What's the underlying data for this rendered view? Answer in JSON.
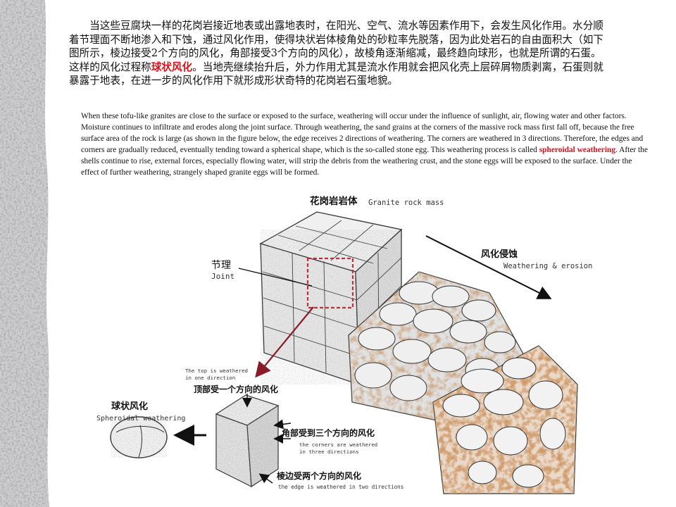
{
  "paragraph_zh": {
    "part1": "当这些豆腐块一样的花岗岩接近地表或出露地表时，在阳光、空气、流水等因素作用下，会发生风化作用。水分顺着节理面不断地渗入和下蚀，通过风化作用，使得块状岩体棱角处的砂粒率先脱落，因为此处岩石的自由面积大（如下图所示，棱边接受2个方向的风化，角部接受3个方向的风化），故棱角逐渐缩减，最终趋向球形，也就是所谓的石蛋。这样的风化过程称",
    "highlight": "球状风化",
    "part2": "。当地壳继续抬升后，外力作用尤其是流水作用就会把风化壳上层碎屑物质剥离，石蛋则就暴露于地表，在进一步的风化作用下就形成形状奇特的花岗岩石蛋地貌。"
  },
  "paragraph_en": {
    "part1": "When these tofu-like granites are close to the surface or exposed to the surface, weathering will occur under the influence of sunlight, air, flowing water and other factors. Moisture continues to infiltrate and erodes along the joint surface. Through weathering, the sand grains at the corners of the massive rock mass first fall off, because the free surface area of the rock is large (as shown in the figure below, the edge receives 2 directions of weathering. The corners are weathered in 3 directions. Therefore, the edges and corners are gradually reduced, eventually tending toward a spherical shape, which is the so-called stone egg. This weathering process is called ",
    "highlight": "spheroidal weathering",
    "part2": ". After the shells continue to rise, external forces, especially flowing water, will strip the debris from the weathering crust, and the stone eggs will be exposed to the surface. Under the effect of further weathering, strangely shaped granite eggs will be formed."
  },
  "figure": {
    "mass_zh": "花岗岩岩体",
    "mass_en": "Granite rock mass",
    "erosion_zh": "风化侵蚀",
    "erosion_en": "Weathering & erosion",
    "joint_zh": "节理",
    "joint_en": "Joint",
    "top_en_line1": "The top is weathered",
    "top_en_line2": "in one direction",
    "top_zh": "顶部受一个方向的风化",
    "spheroidal_zh": "球状风化",
    "spheroidal_en": "Spheroidal weathering",
    "corner_zh": "角部受到三个方向的风化",
    "corner_en_line1": "the corners are weathered",
    "corner_en_line2": "in three directions",
    "edge_zh": "棱边受两个方向的风化",
    "edge_en": "the edge is weathered in two directions"
  },
  "colors": {
    "highlight": "#d8141c",
    "joint_box": "#c0303a",
    "arrow_red": "#8a1a28",
    "rust": "#a04e22"
  }
}
